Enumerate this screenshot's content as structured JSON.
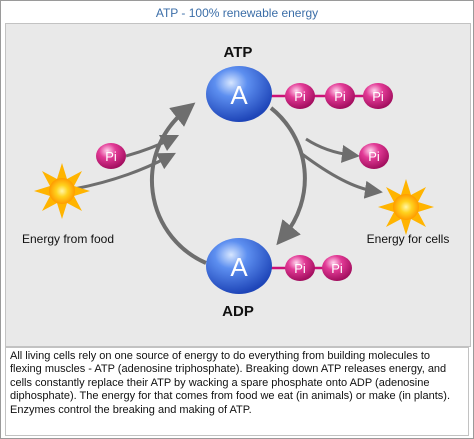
{
  "title": "ATP - 100% renewable energy",
  "diagram": {
    "atp_label": "ATP",
    "adp_label": "ADP",
    "molecule_letter": "A",
    "phosphate_label": "Pi",
    "energy_in_label": "Energy from food",
    "energy_out_label": "Energy for cells",
    "colors": {
      "molecule_blue": "#3a6fe0",
      "phosphate_pink": "#cc1177",
      "sun_yellow": "#ffb400",
      "arrow_gray": "#6e6e6e",
      "title_blue": "#3b6ea8"
    }
  },
  "caption": "All living cells rely on one source of energy to do everything from building molecules to flexing muscles - ATP (adenosine triphosphate). Breaking down ATP releases energy, and cells constantly replace their ATP by wacking a spare phosphate onto ADP (adenosine diphosphate). The energy for that comes from food we eat (in animals) or make (in plants). Enzymes control the breaking and making of ATP."
}
